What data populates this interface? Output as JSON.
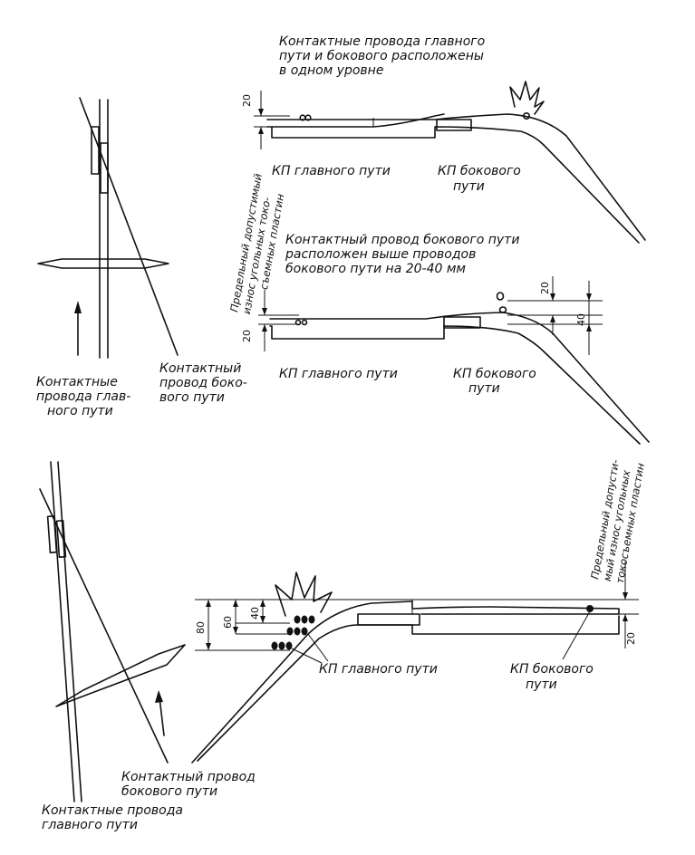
{
  "labels": {
    "top_note_1": "Контактные провода главного",
    "top_note_2": "пути и бокового расположены",
    "top_note_3": "в одном уровне",
    "kp_main": "КП главного пути",
    "kp_side_1": "КП бокового",
    "kp_side_2": "пути",
    "wear_v1": "Предельный допустимый",
    "wear_v2": "износ угольных токо-",
    "wear_v3": "съемных пластин",
    "mid_note_1": "Контактный провод бокового пути",
    "mid_note_2": "расположен выше проводов",
    "mid_note_3": "бокового пути на 20-40 мм",
    "left_main_1": "Контактные",
    "left_main_2": "провода глав-",
    "left_main_3": "ного пути",
    "left_side_1": "Контактный",
    "left_side_2": "провод боко-",
    "left_side_3": "вого пути",
    "wear_b1": "Предельный допусти-",
    "wear_b2": "мый износ угольных",
    "wear_b3": "токосъемных пластин",
    "bot_side_1": "Контактный провод",
    "bot_side_2": "бокового пути",
    "bot_main_1": "Контактные провода",
    "bot_main_2": "главного пути"
  },
  "dimensions": {
    "d20": "20",
    "d40": "40",
    "d60": "60",
    "d80": "80"
  }
}
